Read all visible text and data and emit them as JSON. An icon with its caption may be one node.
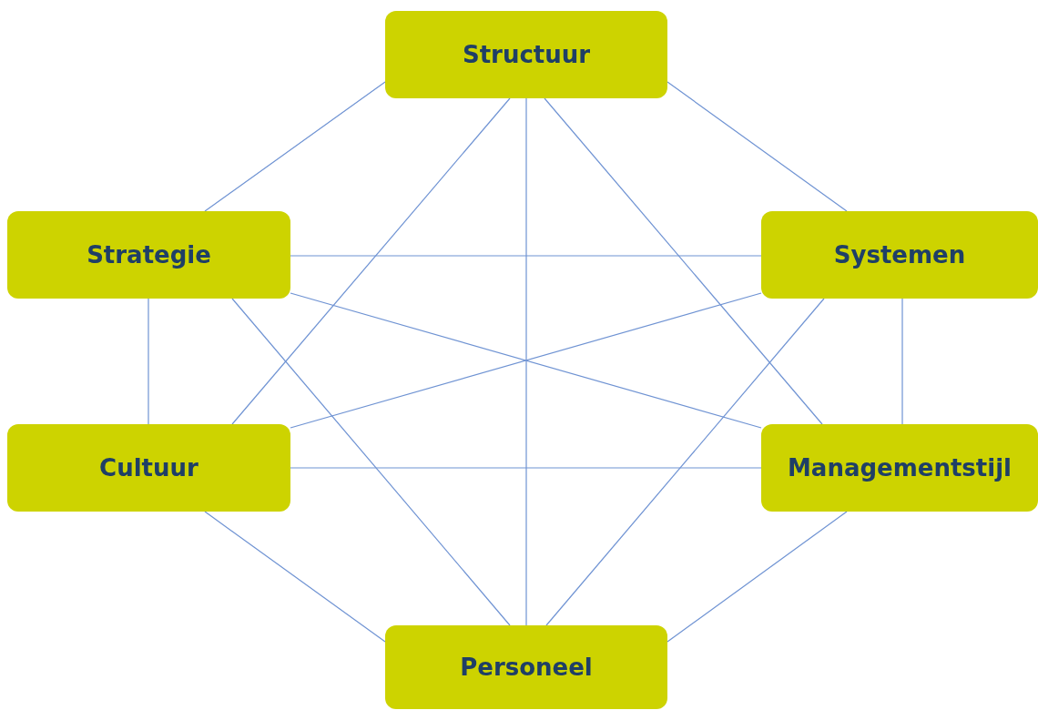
{
  "diagram": {
    "nodes": [
      {
        "text": [
          "Structuur"
        ]
      },
      {
        "text": [
          "Strategie"
        ]
      },
      {
        "text": [
          "Systemen"
        ]
      },
      {
        "text": [
          "Cultuur"
        ]
      },
      {
        "text": [
          "Managementstijl"
        ]
      },
      {
        "text": [
          "Personeel"
        ]
      }
    ],
    "edges": [
      {
        "from": 0,
        "to": 1,
        "arrow": "none"
      },
      {
        "from": 0,
        "to": 2,
        "arrow": "none"
      },
      {
        "from": 0,
        "to": 3,
        "arrow": "none"
      },
      {
        "from": 0,
        "to": 4,
        "arrow": "none"
      },
      {
        "from": 0,
        "to": 5,
        "arrow": "none"
      },
      {
        "from": 1,
        "to": 2,
        "arrow": "none"
      },
      {
        "from": 1,
        "to": 3,
        "arrow": "none"
      },
      {
        "from": 1,
        "to": 4,
        "arrow": "none"
      },
      {
        "from": 1,
        "to": 5,
        "arrow": "none"
      },
      {
        "from": 2,
        "to": 3,
        "arrow": "none"
      },
      {
        "from": 2,
        "to": 4,
        "arrow": "none"
      },
      {
        "from": 2,
        "to": 5,
        "arrow": "none"
      },
      {
        "from": 3,
        "to": 4,
        "arrow": "none"
      },
      {
        "from": 3,
        "to": 5,
        "arrow": "none"
      },
      {
        "from": 4,
        "to": 5,
        "arrow": "none"
      }
    ]
  }
}
